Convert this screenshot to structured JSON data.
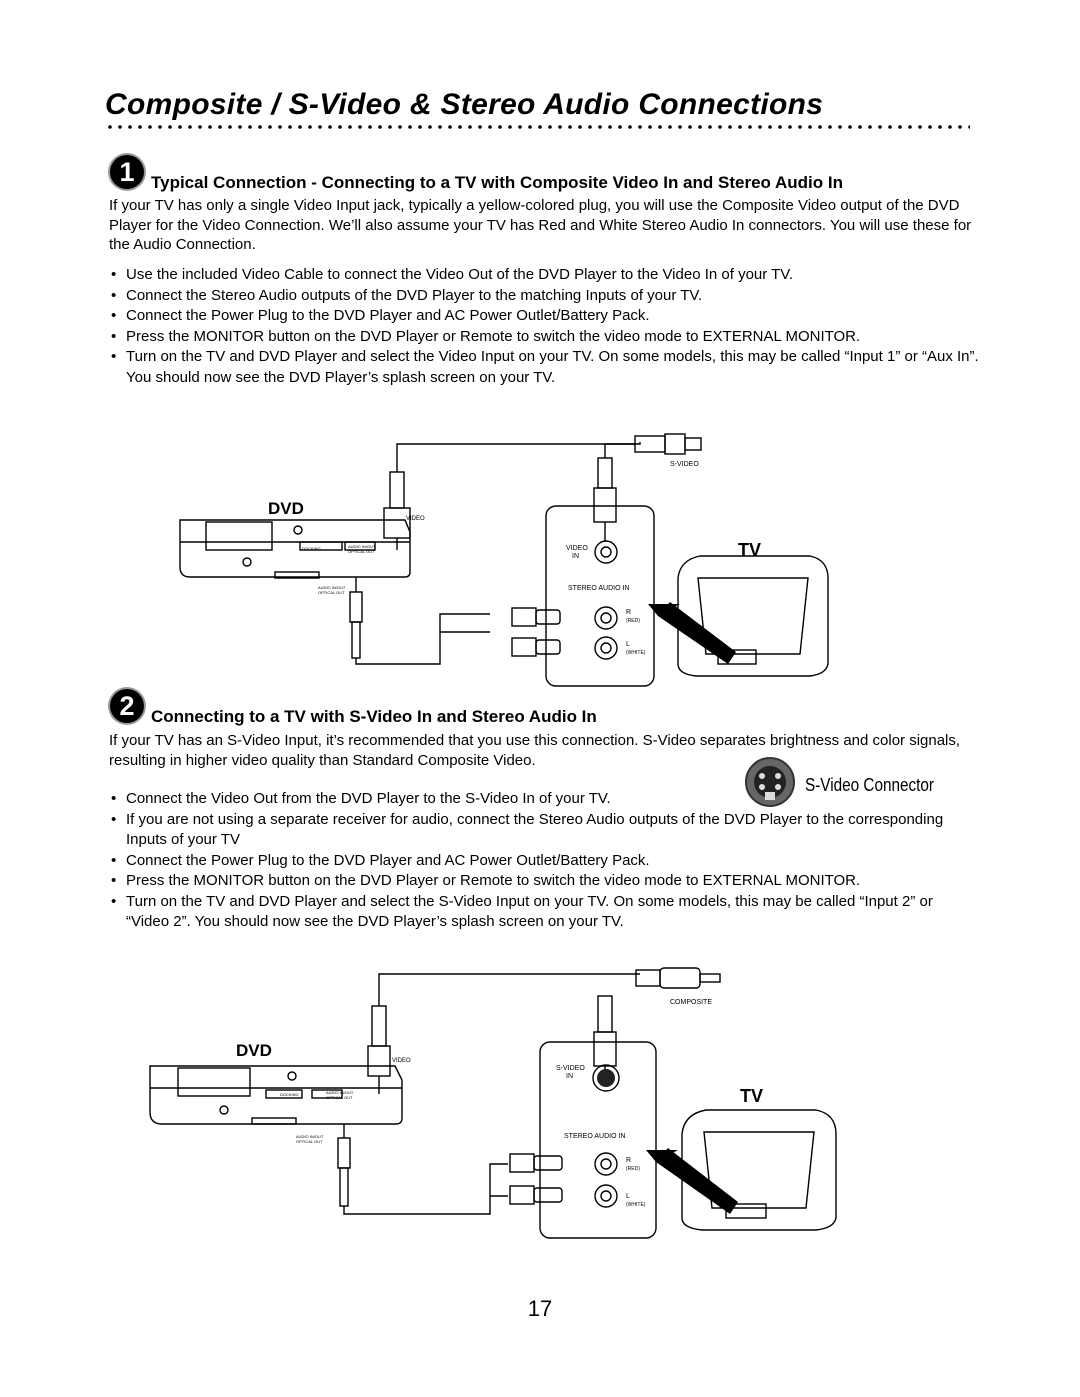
{
  "title": "Composite / S-Video & Stereo Audio Connections",
  "section1": {
    "number": "1",
    "heading": "Typical Connection - Connecting to a TV with Composite Video In and Stereo Audio In",
    "intro": "If your TV has only a single Video Input jack, typically a yellow-colored plug, you will use the Composite Video output of the DVD Player for the Video Connection. We’ll also assume your TV has Red and White Stereo Audio In connectors. You will use these for the Audio Connection.",
    "bullets": [
      "Use the included Video Cable to connect the Video Out of the DVD Player to the Video In of your TV.",
      "Connect the Stereo Audio outputs of the DVD Player to the matching Inputs of your TV.",
      "Connect the Power Plug to the DVD Player and AC Power Outlet/Battery Pack.",
      "Press the MONITOR button on the DVD Player or Remote to switch the video mode to EXTERNAL MONITOR.",
      "Turn on the TV and DVD Player and select the Video Input on your TV. On some models, this may be called “Input 1” or “Aux In”. You should now see the DVD Player’s splash screen on your TV."
    ],
    "diagram": {
      "dvd_label": "DVD",
      "tv_label": "TV",
      "cable_label": "S-VIDEO",
      "dvd_video_label": "VIDEO",
      "docking_label": "DOCKING",
      "audio_label_top": "AUDIO IN/OUT",
      "optical_label_top": "OPTICAL OUT",
      "audio_label_bottom": "AUDIO IN/OUT",
      "optical_label_bottom": "OPTICAL OUT",
      "tv_input_label": "VIDEO",
      "tv_input_sub": "IN",
      "stereo_label": "STEREO  AUDIO  IN",
      "r_label": "R",
      "r_sub": "(RED)",
      "l_label": "L",
      "l_sub": "(WHITE)"
    }
  },
  "section2": {
    "number": "2",
    "heading": "Connecting to a TV with S-Video In and Stereo Audio In",
    "intro": "If your TV has an S-Video Input, it’s recommended that you use this connection. S-Video separates brightness and color signals, resulting in higher video quality than Standard Composite Video.",
    "connector_label": "S-Video Connector",
    "bullets": [
      "Connect the Video Out from the DVD Player to the S-Video In of your TV.",
      "If you are not using a separate receiver for audio, connect the Stereo Audio outputs of the DVD Player to the corresponding Inputs of your TV",
      "Connect the Power Plug to the DVD Player and AC Power Outlet/Battery Pack.",
      "Press the MONITOR button on the DVD Player or Remote to switch the video mode to EXTERNAL MONITOR.",
      "Turn on the TV and DVD Player and select the S-Video Input on your TV. On some models, this may be called “Input 2” or “Video 2”. You should now see the DVD Player’s splash screen on your TV."
    ],
    "diagram": {
      "dvd_label": "DVD",
      "tv_label": "TV",
      "cable_label": "COMPOSITE",
      "dvd_video_label": "VIDEO",
      "docking_label": "DOCKING",
      "audio_label_top": "AUDIO IN/OUT",
      "optical_label_top": "OPTICAL OUT",
      "audio_label_bottom": "AUDIO IN/OUT",
      "optical_label_bottom": "OPTICAL OUT",
      "tv_input_label": "S-VIDEO",
      "tv_input_sub": "IN",
      "stereo_label": "STEREO  AUDIO  IN",
      "r_label": "R",
      "r_sub": "(RED)",
      "l_label": "L",
      "l_sub": "(WHITE)"
    }
  },
  "page_number": "17"
}
